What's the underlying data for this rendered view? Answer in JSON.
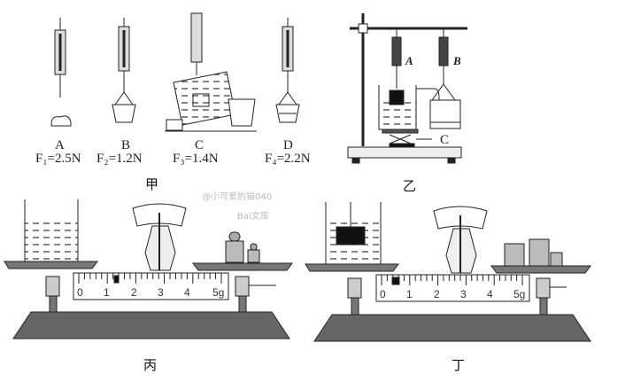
{
  "figure_jia": {
    "caption": "甲",
    "steps": [
      {
        "label": "A",
        "force": "F₁=2.5N"
      },
      {
        "label": "B",
        "force": "F₂=1.2N"
      },
      {
        "label": "C",
        "force": "F₃=1.4N"
      },
      {
        "label": "D",
        "force": "F₄=2.2N"
      }
    ]
  },
  "figure_yi": {
    "caption": "乙",
    "scale_a": "A",
    "scale_b": "B",
    "beaker": "C"
  },
  "figure_bing": {
    "caption": "丙",
    "ruler_ticks": [
      "0",
      "1",
      "2",
      "3",
      "4",
      "5g"
    ]
  },
  "figure_ding": {
    "caption": "丁",
    "ruler_ticks": [
      "0",
      "1",
      "2",
      "3",
      "4",
      "5g"
    ]
  },
  "watermark": {
    "author": "@小可爱的猫040",
    "brand": "Bai文库"
  }
}
